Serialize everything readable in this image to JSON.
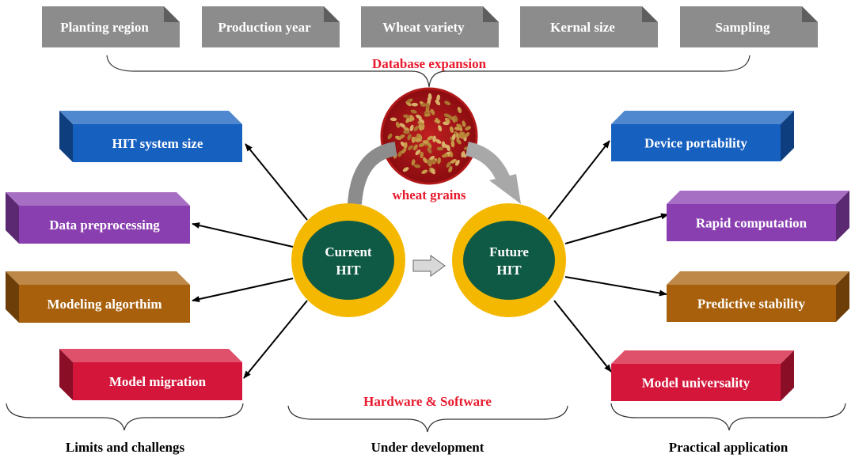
{
  "top_tabs": [
    "Planting region",
    "Production year",
    "Wheat variety",
    "Kernal size",
    "Sampling"
  ],
  "database_label": "Database expansion",
  "left_boxes": [
    "HIT system size",
    "Data preprocessing",
    "Modeling algorthim",
    "Model migration"
  ],
  "right_boxes": [
    "Device portability",
    "Rapid computation",
    "Predictive stability",
    "Model universality"
  ],
  "center": {
    "current_line1": "Current",
    "current_line2": "HIT",
    "future_line1": "Future",
    "future_line2": "HIT",
    "grains_label": "wheat grains",
    "hardware_label": "Hardware & Software"
  },
  "bottom_labels": [
    "Limits and challengs",
    "Under development",
    "Practical application"
  ],
  "colors": {
    "tab_gray": "#8c8c8c",
    "accent_red": "#e8192c",
    "blue": "#1660c0",
    "purple": "#8a3fb0",
    "brown": "#a8600c",
    "crimson": "#d4163a",
    "ring_yellow": "#f5b800",
    "core_green": "#0f5a45"
  }
}
